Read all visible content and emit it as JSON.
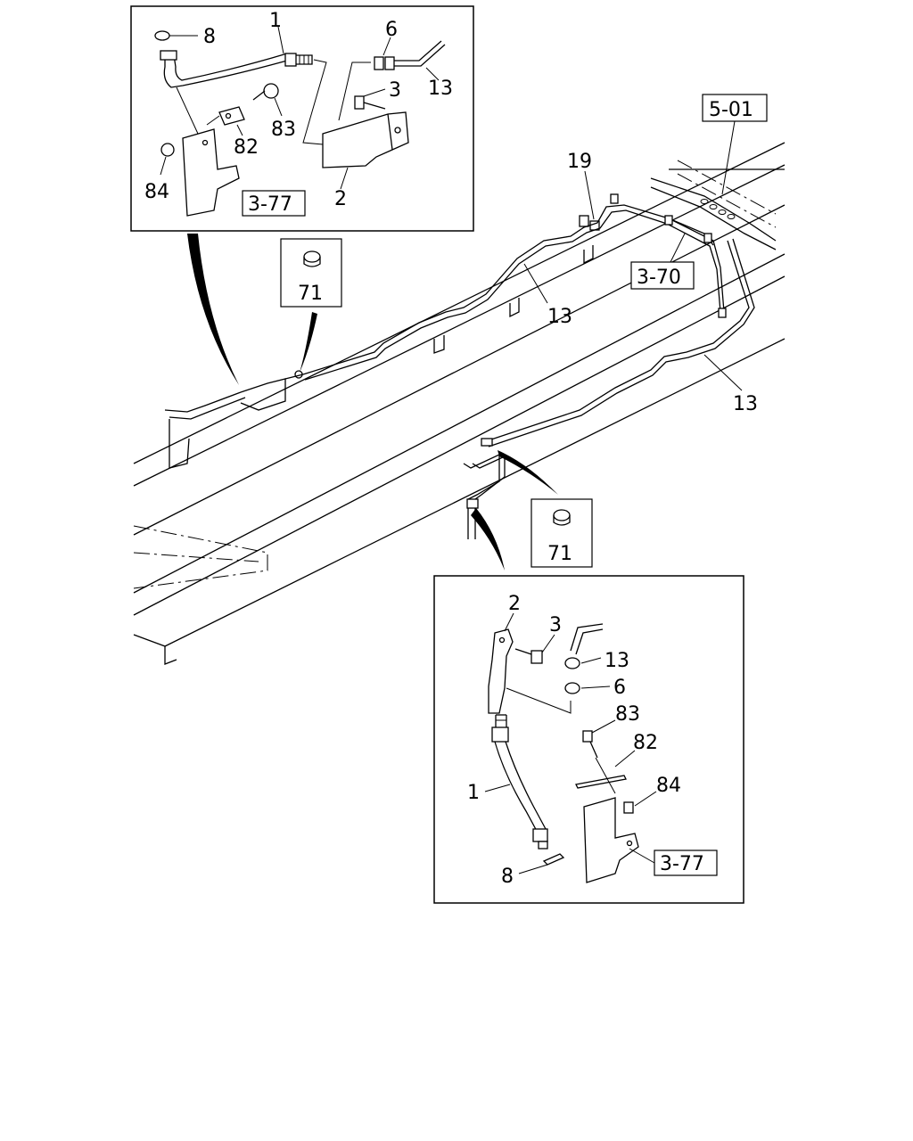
{
  "callouts": {
    "top_inset": {
      "hose": "1",
      "clip": "8",
      "nut": "6",
      "pipe": "13",
      "bolt": "3",
      "bolt_b": "83",
      "plate": "82",
      "nut_b": "84",
      "bracket": "2",
      "ref": "3-77"
    },
    "main": {
      "ref_top": "5-01",
      "connector": "19",
      "ref_mid": "3-70",
      "pipe_upper": "13",
      "pipe_lower": "13",
      "grommet_upper": "71",
      "grommet_lower": "71"
    },
    "bottom_inset": {
      "bracket": "2",
      "bolt": "3",
      "pipe": "13",
      "nut": "6",
      "bolt_b": "83",
      "plate": "82",
      "nut_b": "84",
      "hose": "1",
      "clip": "8",
      "ref": "3-77"
    }
  }
}
